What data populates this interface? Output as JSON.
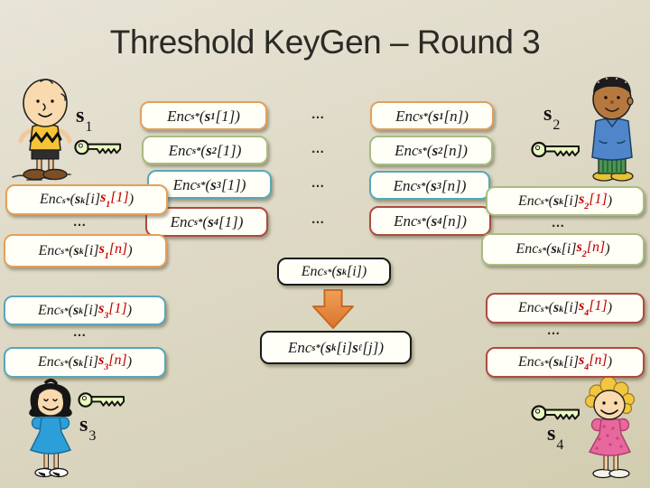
{
  "slide": {
    "title": "Threshold KeyGen – Round 3"
  },
  "ellipsis": "…",
  "colors": {
    "background_top": "#e8e4d6",
    "background_bottom": "#d2cdb0",
    "box_fill": "#fffef7",
    "box_text": "#1a1a1a",
    "orange": "#e3a05b",
    "green": "#a6bd7f",
    "teal": "#58a7b7",
    "dark_red": "#ae4a3f",
    "red_text": "#c00000",
    "arrow_fill": "#e8873b",
    "arrow_stroke": "#c9651f",
    "key_fill": "#e9f8be",
    "title": "#2b2a26"
  },
  "parties": [
    {
      "name": "s1",
      "label": "s",
      "sub": "1",
      "character_icon": "charlie-brown",
      "key_icon": "key"
    },
    {
      "name": "s2",
      "label": "s",
      "sub": "2",
      "character_icon": "franklin",
      "key_icon": "key"
    },
    {
      "name": "s3",
      "label": "s",
      "sub": "3",
      "character_icon": "lucy",
      "key_icon": "key"
    },
    {
      "name": "s4",
      "label": "s",
      "sub": "4",
      "character_icon": "sally",
      "key_icon": "key"
    }
  ],
  "grid": {
    "rows": [
      {
        "share": "1",
        "left": "Enc_{‹s›*}(‹s›_{1}[1])",
        "mid": "…",
        "right": "Enc_{‹s›*}(‹s›_{1}[n])"
      },
      {
        "share": "2",
        "left": "Enc_{‹s›*}(‹s›_{2}[1])",
        "mid": "…",
        "right": "Enc_{‹s›*}(‹s›_{2}[n])"
      },
      {
        "share": "3",
        "left": "Enc_{‹s›*}(‹s›_{3}[1])",
        "mid": "…",
        "right": "Enc_{‹s›*}(‹s›_{3}[n])"
      },
      {
        "share": "4",
        "left": "Enc_{‹s›*}(‹s›_{4}[1])",
        "mid": "…",
        "right": "Enc_{‹s›*}(‹s›_{4}[n])"
      }
    ]
  },
  "pairs": {
    "top_left": {
      "party": "s1",
      "first": "Enc_{‹s›*}(‹s›_{k}[i]«‹s›_{1}[1]»)",
      "dots": "…",
      "second": "Enc_{‹s›*}(‹s›_{k}[i]«‹s›_{1}[n]»)"
    },
    "top_right": {
      "party": "s2",
      "first": "Enc_{‹s›*}(‹s›_{k}[i]«‹s›_{2}[1]»)",
      "dots": "…",
      "second": "Enc_{‹s›*}(‹s›_{k}[i]«‹s›_{2}[n]»)"
    },
    "bottom_left": {
      "party": "s3",
      "first": "Enc_{‹s›*}(‹s›_{k}[i]«‹s›_{3}[1]»)",
      "dots": "…",
      "second": "Enc_{‹s›*}(‹s›_{k}[i]«‹s›_{3}[n]»)"
    },
    "bottom_right": {
      "party": "s4",
      "first": "Enc_{‹s›*}(‹s›_{k}[i]«‹s›_{4}[1]»)",
      "dots": "…",
      "second": "Enc_{‹s›*}(‹s›_{k}[i]«‹s›_{4}[n]»)"
    }
  },
  "center": {
    "input": "Enc_{‹s›*}(‹s›_{k}[i])",
    "output": "Enc_{‹s›*}(‹s›_{k}[i]‹s›_{ℓ}[j])"
  }
}
